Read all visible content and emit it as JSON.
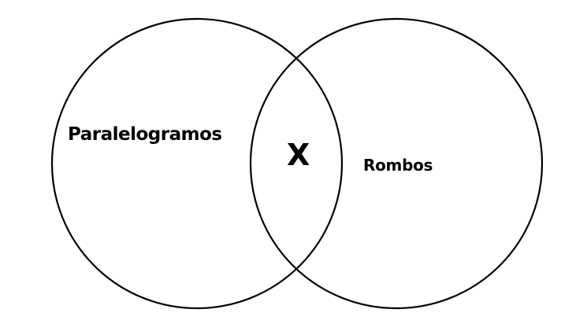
{
  "diagram": {
    "type": "venn",
    "sets": [
      {
        "id": "left",
        "label": "Paralelogramos"
      },
      {
        "id": "right",
        "label": "Rombos"
      }
    ],
    "intersection": {
      "label": "X"
    },
    "colors": {
      "stroke": "#000000",
      "background": "#ffffff",
      "text": "#000000"
    }
  }
}
